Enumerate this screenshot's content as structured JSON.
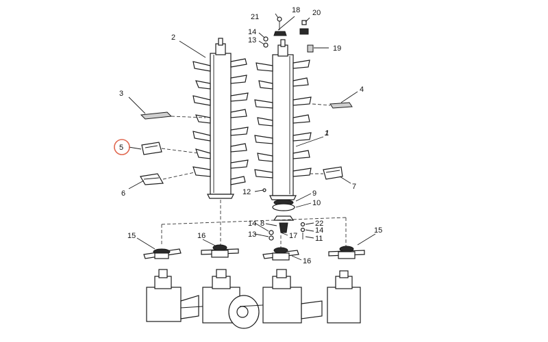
{
  "callouts": {
    "c1": "1",
    "c2": "2",
    "c3": "3",
    "c4": "4",
    "c5": "5",
    "c6": "6",
    "c7": "7",
    "c8": "8",
    "c9": "9",
    "c10": "10",
    "c11": "11",
    "c12": "12",
    "c13a": "13",
    "c13b": "13",
    "c14a": "14",
    "c14b": "14",
    "c14c": "14",
    "c15a": "15",
    "c15b": "15",
    "c16a": "16",
    "c16b": "16",
    "c17": "17",
    "c18": "18",
    "c19": "19",
    "c20": "20",
    "c21": "21",
    "c22": "22"
  },
  "highlighted_callout": "5",
  "colors": {
    "highlight": "#e0674f",
    "line": "#1a1a1a"
  }
}
